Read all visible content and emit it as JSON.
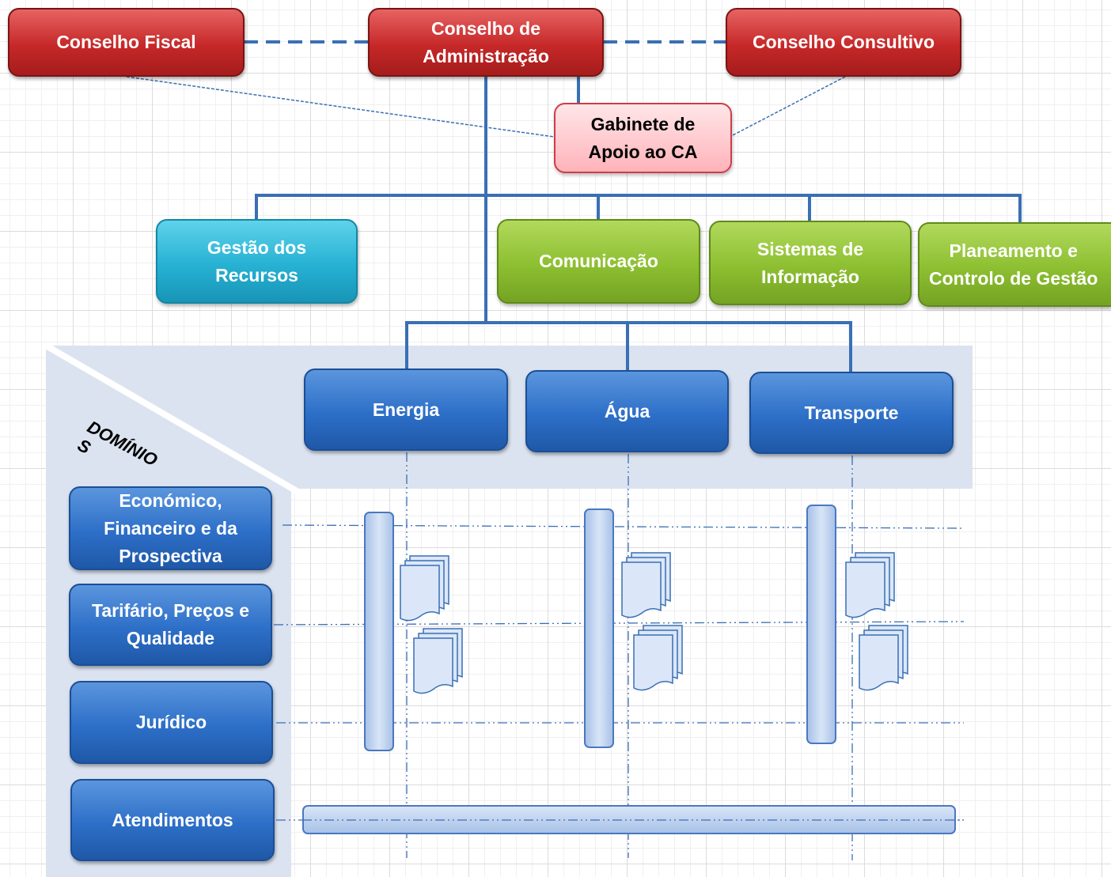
{
  "top": {
    "fiscal": "Conselho Fiscal",
    "administracao": "Conselho de\nAdministração",
    "consultivo": "Conselho Consultivo",
    "gabinete": "Gabinete de\nApoio ao CA"
  },
  "staff": {
    "gestao_recursos": "Gestão dos\nRecursos",
    "comunicacao": "Comunicação",
    "sistemas": "Sistemas de\nInformação",
    "planeamento": "Planeamento e\nControlo de Gestão"
  },
  "domains": {
    "label": "DOMÍNIO\nS",
    "energia": "Energia",
    "agua": "Água",
    "transporte": "Transporte"
  },
  "areas": {
    "economico": "Económico,\nFinanceiro e da\nProspectiva",
    "tarifario": "Tarifário, Preços e\nQualidade",
    "juridico": "Jurídico",
    "atendimentos": "Atendimentos"
  },
  "colors": {
    "connector": "#3a6fb4",
    "council_red": "#c62828",
    "gabinete_pink": "#ffb3ba",
    "resources_cyan": "#26b1d3",
    "support_green": "#8dbf31",
    "domain_blue": "#2d6fc8"
  }
}
